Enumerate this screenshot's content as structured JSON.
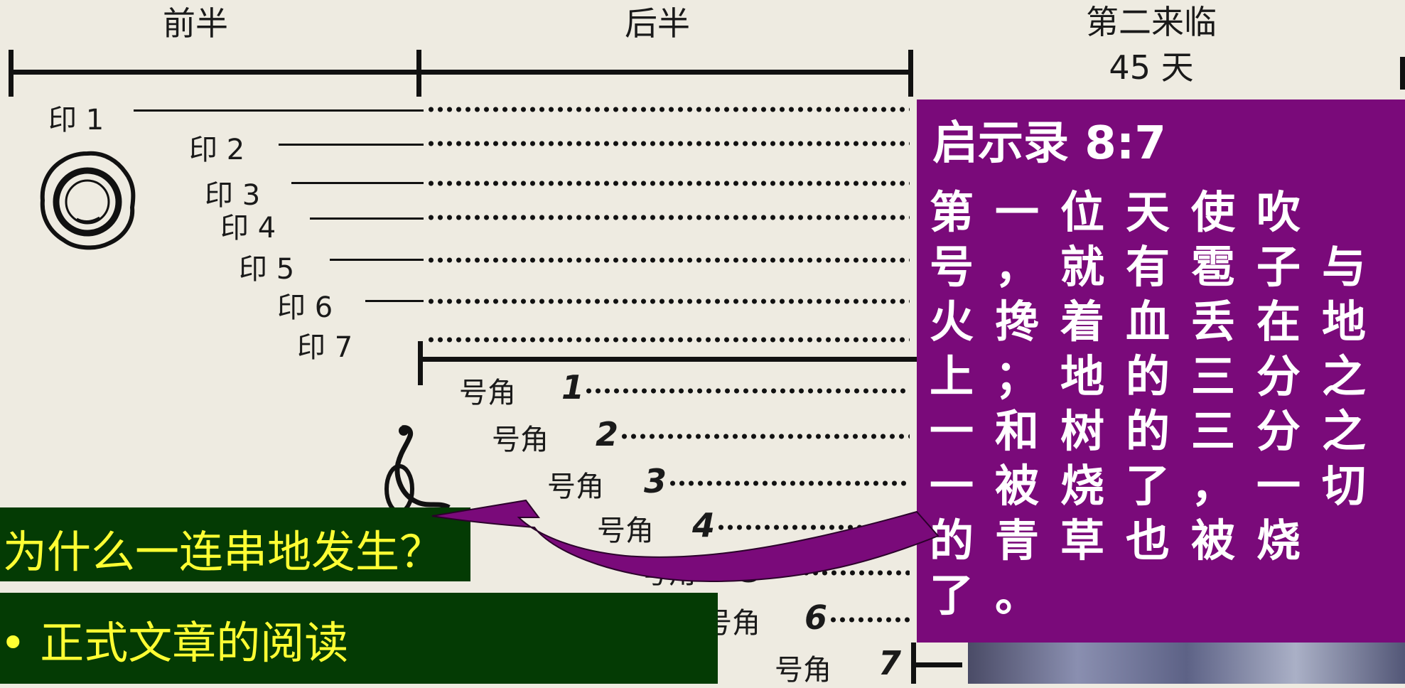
{
  "headers": {
    "first_half": "前半",
    "second_half": "后半",
    "second_coming": "第二来临",
    "days": "45 天"
  },
  "seals": [
    {
      "label": "印",
      "num": "1"
    },
    {
      "label": "印",
      "num": "2"
    },
    {
      "label": "印",
      "num": "3"
    },
    {
      "label": "印",
      "num": "4"
    },
    {
      "label": "印",
      "num": "5"
    },
    {
      "label": "印",
      "num": "6"
    },
    {
      "label": "印",
      "num": "7"
    }
  ],
  "trumpets": [
    {
      "label": "号角",
      "num": "1"
    },
    {
      "label": "号角",
      "num": "2"
    },
    {
      "label": "号角",
      "num": "3"
    },
    {
      "label": "号角",
      "num": "4"
    },
    {
      "label": "号角",
      "num": "5"
    },
    {
      "label": "号角",
      "num": "6"
    },
    {
      "label": "号角",
      "num": "7"
    }
  ],
  "verse": {
    "reference": "启示录 8:7",
    "text": "第一位天使吹号，就有雹子与火搀着血丢在地上；地的三分之一和树的三分之一被烧了，一切的青草也被烧了。"
  },
  "question": "为什么一连串地发生？",
  "bullet": "• 正式文章的阅读",
  "colors": {
    "verse_bg": "#7a0a7a",
    "green_bg": "#043b04",
    "yellow_text": "#ffff33",
    "page_bg": "#eeebe1"
  }
}
